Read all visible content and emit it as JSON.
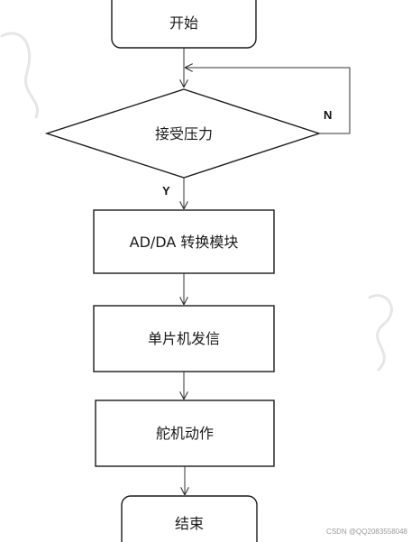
{
  "nodes": {
    "start": "开始",
    "decision": "接受压力",
    "adda": "AD/DA 转换模块",
    "mcu": "单片机发信",
    "servo": "舵机动作",
    "end": "结束"
  },
  "edge_labels": {
    "yes": "Y",
    "no": "N"
  },
  "watermark": "CSDN @QQ2083558048"
}
